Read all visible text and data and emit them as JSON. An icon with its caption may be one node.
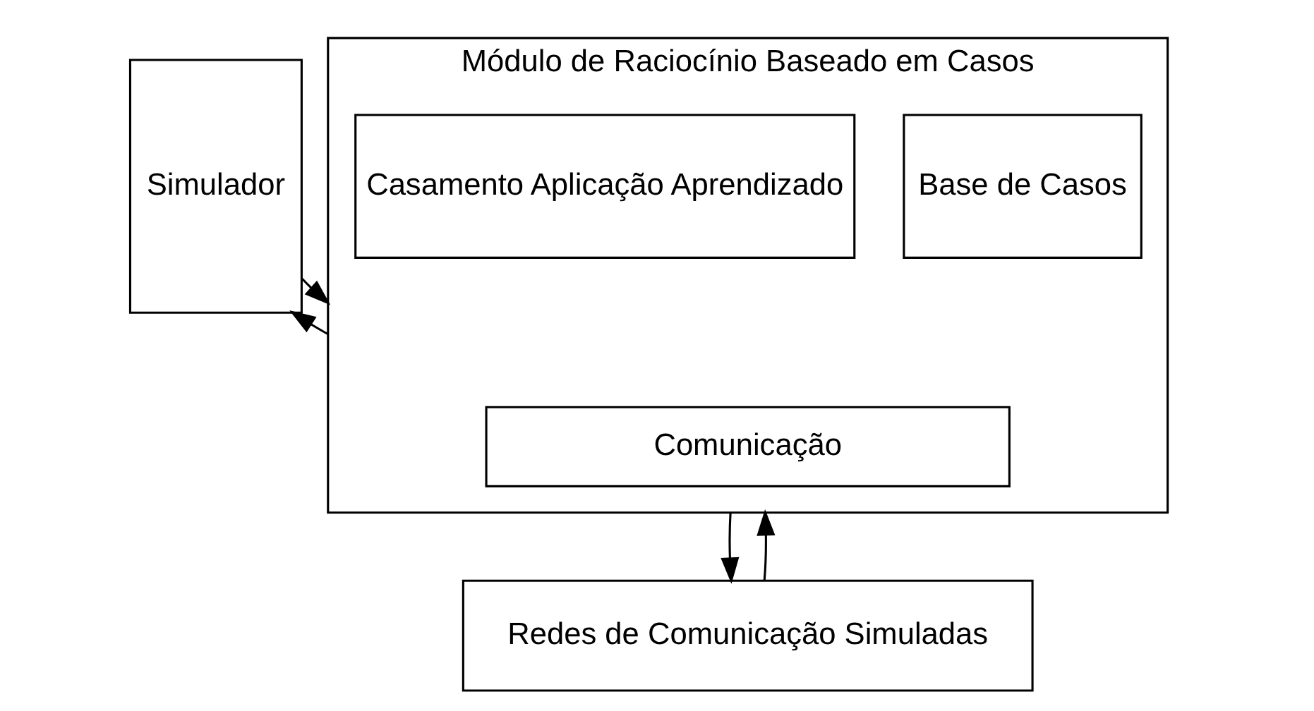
{
  "diagram": {
    "nodes": [
      {
        "text": [
          "Simulador"
        ]
      },
      {
        "text": [
          "Módulo de Raciocínio Baseado em Casos"
        ]
      },
      {
        "text": [
          "Base de Casos"
        ],
        "in": 1
      },
      {
        "text": [
          "Casamento Aplicação Aprendizado"
        ],
        "in": 1
      },
      {
        "text": [
          "Comunicação"
        ],
        "in": 1
      },
      {
        "text": [
          "Redes de Comunicação Simuladas"
        ]
      }
    ],
    "edges": [
      {
        "from": 0,
        "to": 1,
        "arrow": "to"
      },
      {
        "from": 1,
        "to": 0,
        "arrow": "to"
      },
      {
        "from": 1,
        "to": 5,
        "arrow": "to"
      },
      {
        "from": 5,
        "to": 1,
        "arrow": "to"
      }
    ]
  }
}
